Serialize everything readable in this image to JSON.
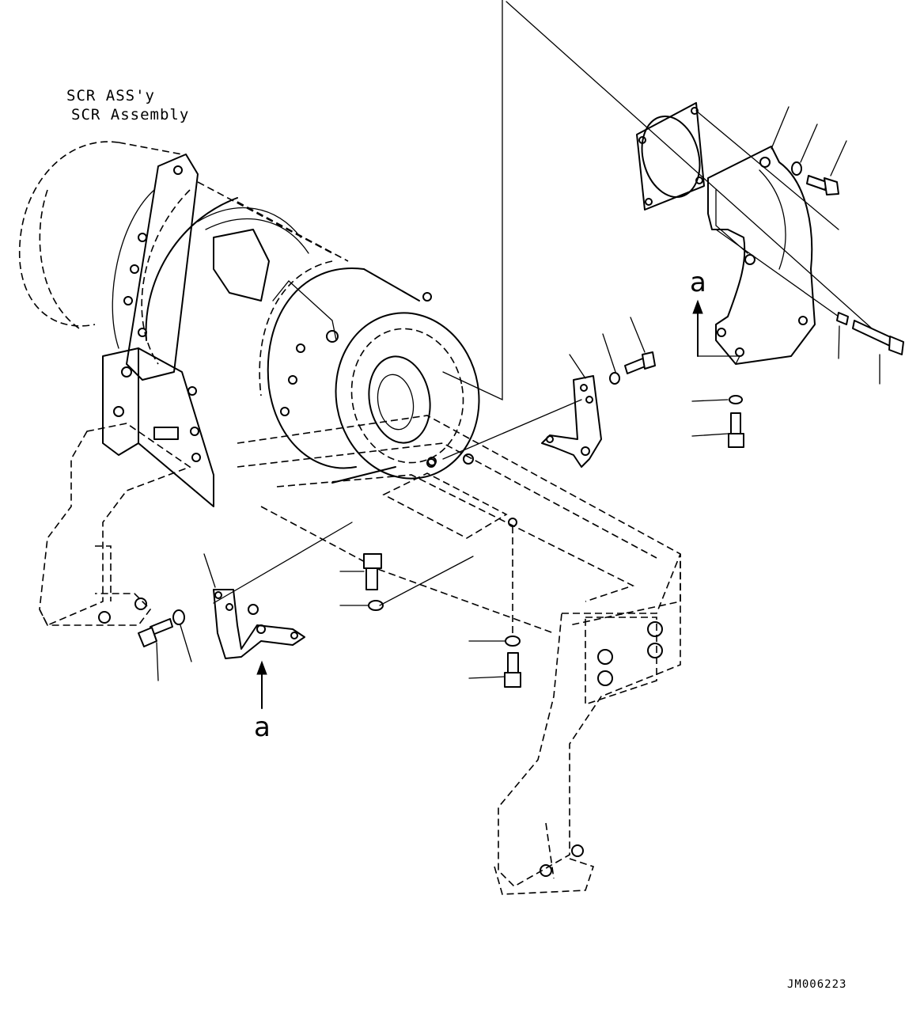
{
  "labels": {
    "assembly_line1": "SCR ASS'y",
    "assembly_line2": "SCR Assembly",
    "callout_a_top": "a",
    "callout_a_bottom": "a",
    "drawing_code": "JM006223"
  }
}
